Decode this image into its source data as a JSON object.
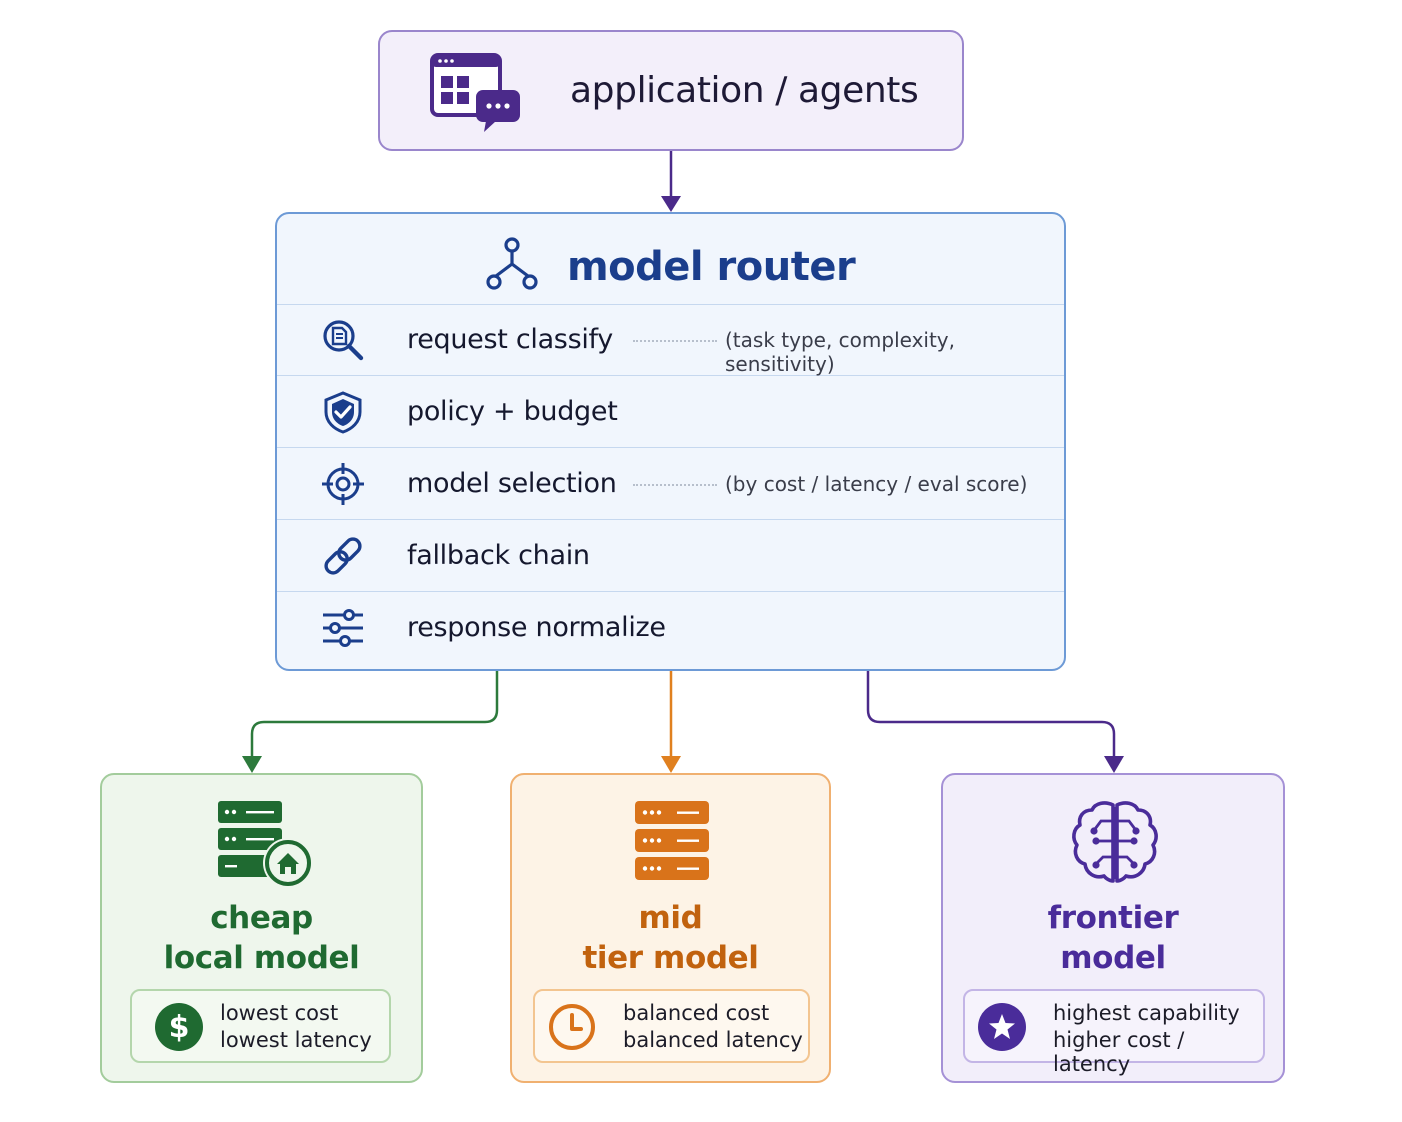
{
  "app": {
    "title": "application / agents",
    "icon": "app-window-chat-icon"
  },
  "router": {
    "title": "model router",
    "icon": "router-tree-icon",
    "steps": [
      {
        "label": "request classify",
        "note": "(task type, complexity, sensitivity)",
        "icon": "document-search-icon"
      },
      {
        "label": "policy + budget",
        "note": "",
        "icon": "shield-check-icon"
      },
      {
        "label": "model selection",
        "note": "(by cost / latency / eval score)",
        "icon": "crosshair-target-icon"
      },
      {
        "label": "fallback chain",
        "note": "",
        "icon": "chain-link-icon"
      },
      {
        "label": "response normalize",
        "note": "",
        "icon": "sliders-icon"
      }
    ]
  },
  "tiers": [
    {
      "title_line1": "cheap",
      "title_line2": "local model",
      "line1": "lowest cost",
      "line2": "lowest latency",
      "icon": "server-home-icon",
      "badge_icon": "dollar-icon",
      "color": "#1f6a31"
    },
    {
      "title_line1": "mid",
      "title_line2": "tier model",
      "line1": "balanced cost",
      "line2": "balanced latency",
      "icon": "server-stack-icon",
      "badge_icon": "clock-icon",
      "color": "#d9731a"
    },
    {
      "title_line1": "frontier",
      "title_line2": "model",
      "line1": "highest capability",
      "line2": "higher cost / latency",
      "icon": "brain-circuit-icon",
      "badge_icon": "star-icon",
      "color": "#4a2c9a"
    }
  ],
  "colors": {
    "app_border": "#9a86cc",
    "router_border": "#6d9ad6",
    "router_title": "#1b3e8c",
    "arrow_top": "#4b2a8a"
  }
}
